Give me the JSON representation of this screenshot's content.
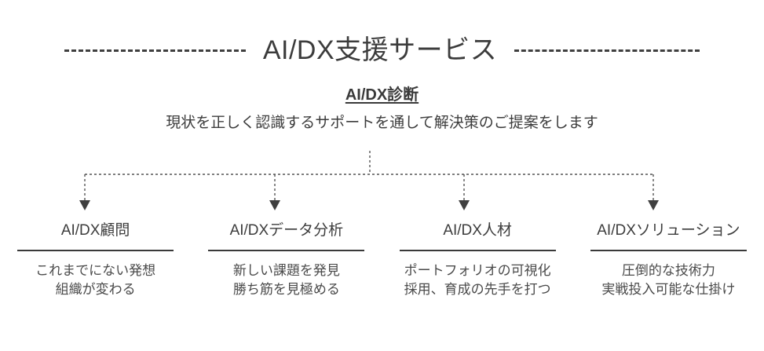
{
  "header": {
    "title": "AI/DX支援サービス",
    "dash_left": "dashed-rule-left",
    "dash_right": "dashed-rule-right"
  },
  "root": {
    "title": "AI/DX診断",
    "description": "現状を正しく認識するサポートを通して解決策のご提案をします"
  },
  "branches": [
    {
      "title": "AI/DX顧問",
      "lines": [
        "これまでにない発想",
        "組織が変わる"
      ]
    },
    {
      "title": "AI/DXデータ分析",
      "lines": [
        "新しい課題を発見",
        "勝ち筋を見極める"
      ]
    },
    {
      "title": "AI/DX人材",
      "lines": [
        "ポートフォリオの可視化",
        "採用、育成の先手を打つ"
      ]
    },
    {
      "title": "AI/DXソリューション",
      "lines": [
        "圧倒的な技術力",
        "実戦投入可能な仕掛け"
      ]
    }
  ],
  "colors": {
    "text": "#3c3c3c",
    "rule": "#3a3a3a",
    "connector": "#555555",
    "background": "#ffffff"
  }
}
